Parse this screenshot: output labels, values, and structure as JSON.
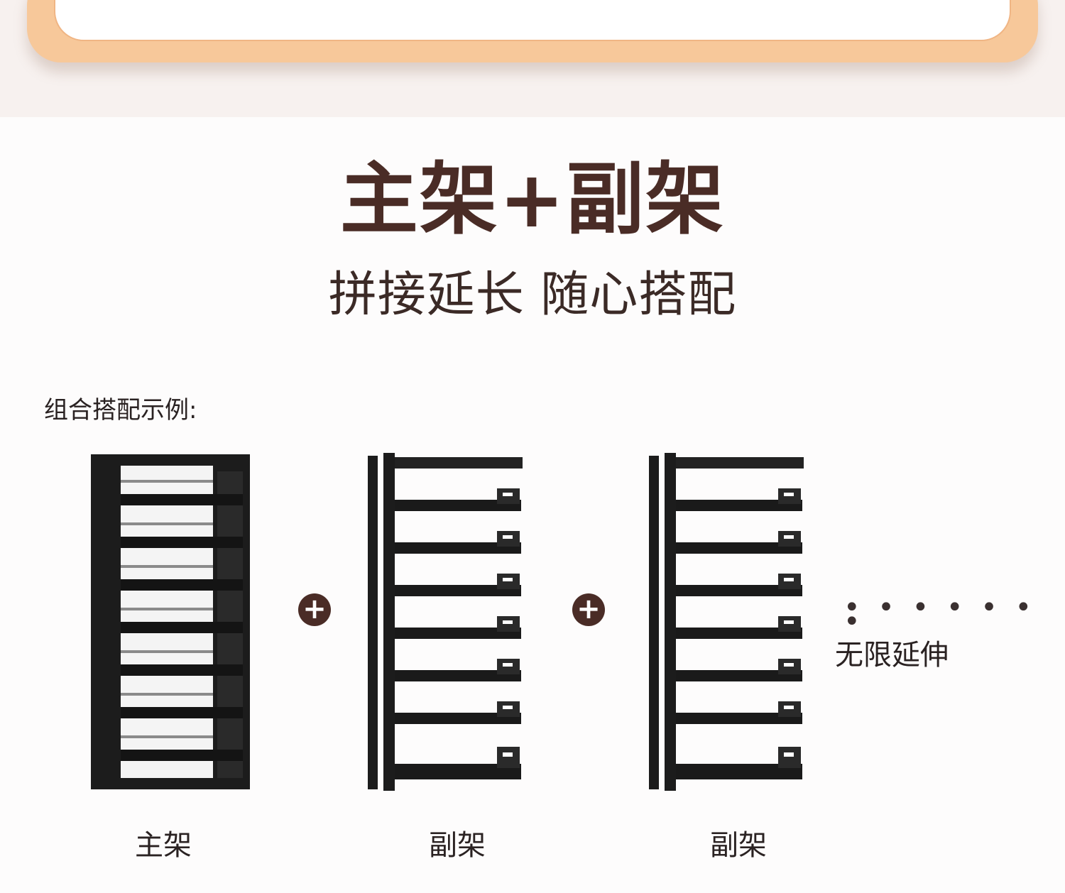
{
  "header": {
    "title": "主架+副架",
    "subtitle": "拼接延长 随心搭配"
  },
  "example": {
    "label": "组合搭配示例:",
    "plus_symbol": "+",
    "dots": "• • • • • • •",
    "extend_label": "无限延伸",
    "captions": [
      "主架",
      "副架",
      "副架"
    ]
  },
  "colors": {
    "title": "#4a2c26",
    "accent_card": "#f7c89a",
    "shelf": "#1c1c1c",
    "plus_badge": "#4a2c26"
  }
}
